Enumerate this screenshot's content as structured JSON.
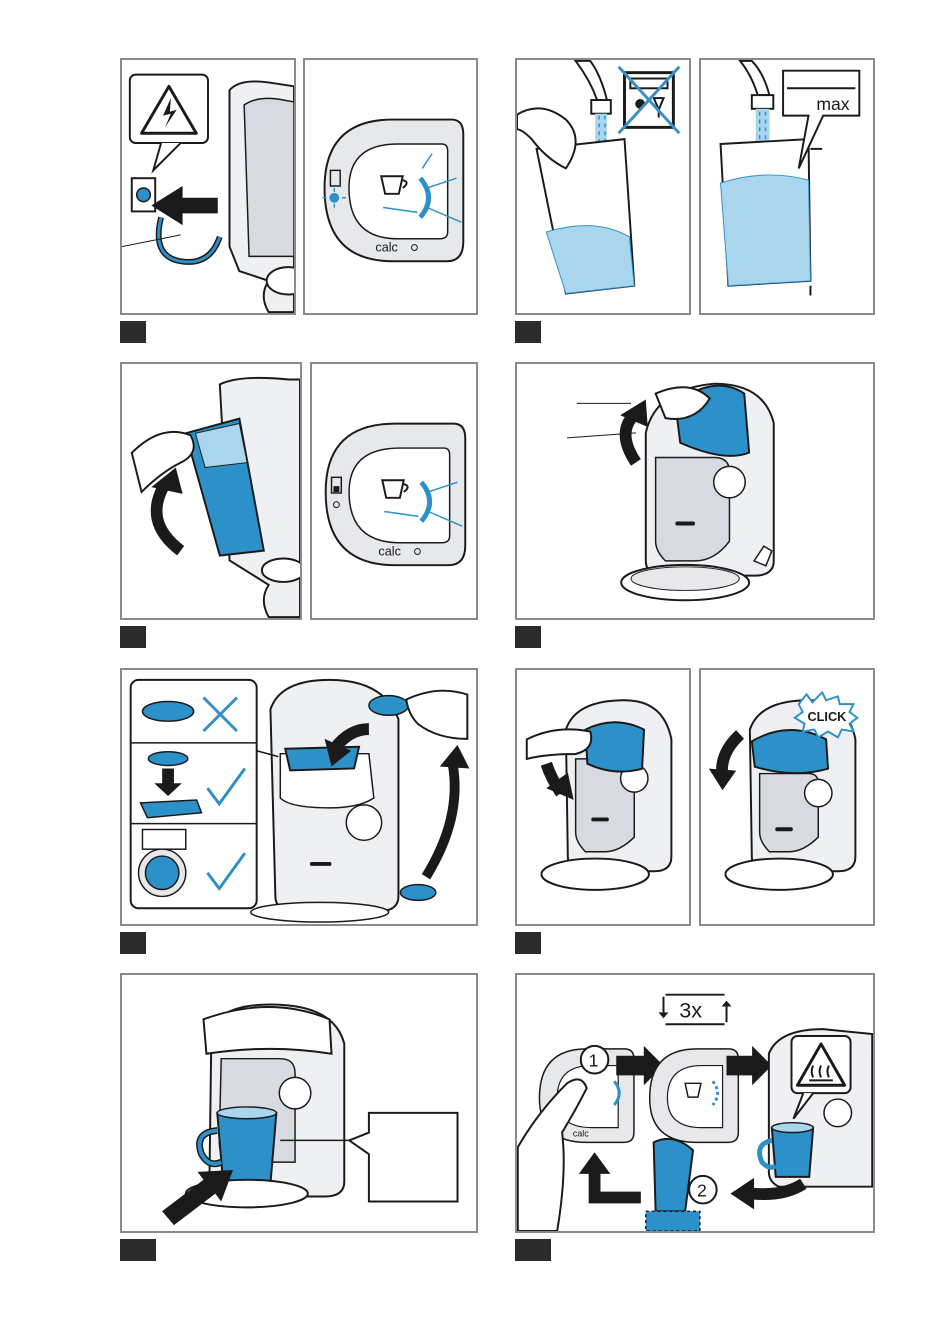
{
  "labels": {
    "calc": "calc",
    "max": "max",
    "click": "CLICK",
    "repeat": "3x",
    "step_one": "1",
    "step_two": "2"
  },
  "colors": {
    "water_blue": "#a9d6ec",
    "accent_blue": "#2d91c9",
    "outline": "#1a1a1a",
    "frame_grey": "#8a8a8a",
    "machine_grey": "#c9ccd2",
    "cross_blue": "#3a8ec7",
    "check_blue": "#2d91c9"
  },
  "icons": [
    "electric-hazard-icon",
    "power-socket-icon",
    "no-dishwasher-icon",
    "hot-surface-warning-icon",
    "checkmark-icon",
    "cross-icon",
    "repeat-arrows-icon",
    "curved-arrow-icon"
  ]
}
